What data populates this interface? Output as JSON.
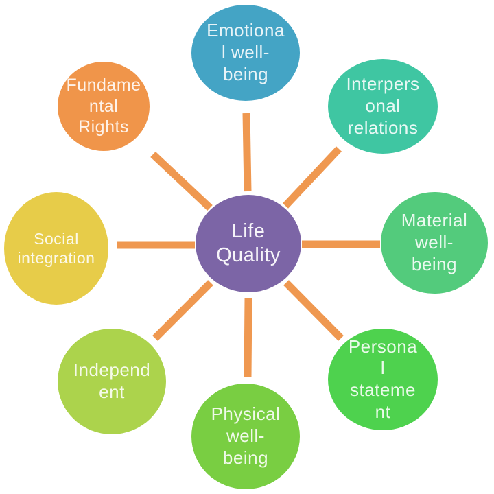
{
  "diagram": {
    "title": "Life Quality diagram",
    "background_color": "#ffffff",
    "connector_color": "#EF9850",
    "center": {
      "id": "life-quality",
      "text": "Life\nQuality",
      "color": "#7C65A6"
    },
    "nodes": [
      {
        "id": "emotional-well-being",
        "text": "Emotiona\nl well-\nbeing",
        "color": "#44A4C5"
      },
      {
        "id": "interpersonal-relations",
        "text": "Interpers\nonal\nrelations",
        "color": "#3FC6A2"
      },
      {
        "id": "material-well-being",
        "text": "Material\nwell-\nbeing",
        "color": "#53CB7C"
      },
      {
        "id": "personal-statement",
        "text": "Persona\nl\nstateme\nnt",
        "color": "#4ED24E"
      },
      {
        "id": "physical-well-being",
        "text": "Physical\nwell-\nbeing",
        "color": "#79CE42"
      },
      {
        "id": "independent",
        "text": "Independ\nent",
        "color": "#ACD34C"
      },
      {
        "id": "social-integration",
        "text": "Social\nintegration",
        "color": "#E7CC49"
      },
      {
        "id": "fundamental-rights",
        "text": "Fundame\nntal\nRights",
        "color": "#F0954A"
      }
    ]
  }
}
